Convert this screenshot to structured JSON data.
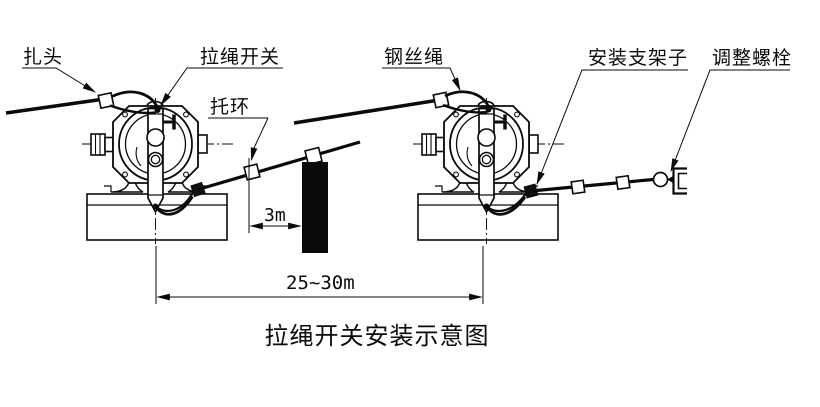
{
  "title": "拉绳开关安装示意图",
  "callouts": {
    "clamp_head": "扎头",
    "pull_rope_switch": "拉绳开关",
    "support_ring": "托环",
    "steel_wire_rope": "钢丝绳",
    "mounting_bracket": "安装支架子",
    "adjusting_bolt": "调整螺栓"
  },
  "dimensions": {
    "ring_to_post": "3m",
    "switch_spacing": "25~30m"
  },
  "colors": {
    "line": "#000000",
    "background": "#ffffff",
    "post_fill": "#000000"
  }
}
